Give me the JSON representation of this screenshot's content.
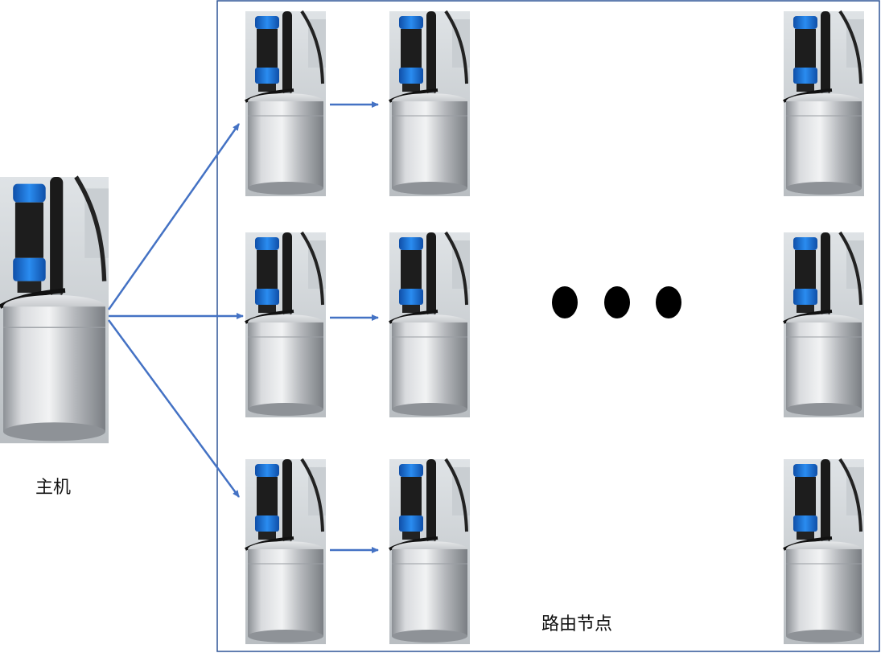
{
  "host": {
    "label": "主机"
  },
  "routing": {
    "label": "路由节点"
  },
  "colors": {
    "arrow": "#4472C4",
    "frame": "#2F5597",
    "connector_blue": "#1E73D8",
    "connector_dark": "#1b1b1b",
    "canister_silver": "#c4c7cb",
    "ellipsis_dot": "#000000"
  },
  "icons": [
    "sensor-device-photo",
    "arrow-icon",
    "ellipsis-dots"
  ]
}
